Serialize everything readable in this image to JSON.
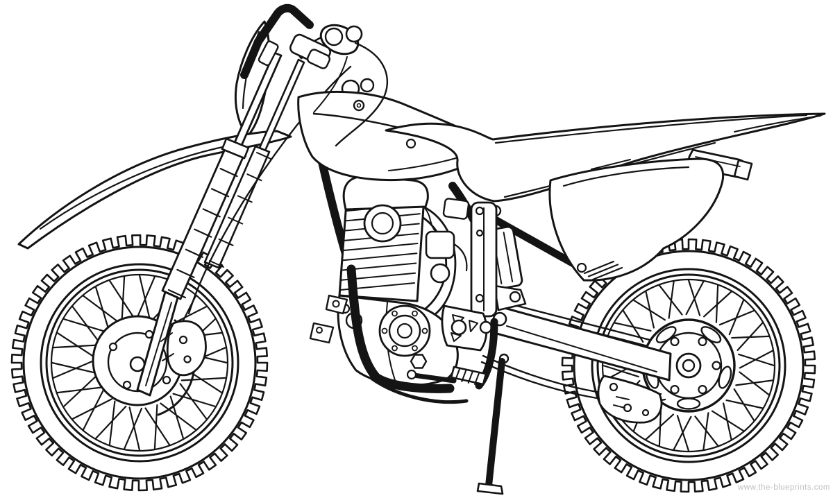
{
  "watermark": {
    "text": "www.the-blueprints.com",
    "color": "#bfbfbf"
  },
  "illustration": {
    "subject": "Off-road motocross dirt bike, right-side profile",
    "style": "black-and-white outline line art (coloring page / blueprint)",
    "background_color": "#ffffff",
    "line_color": "#141414",
    "parts": [
      "front wheel with knobby tire and spokes",
      "rear wheel with knobby tire and spokes",
      "rear chain sprocket",
      "telescopic front fork with rubber gaiters",
      "front fender beak",
      "front number plate",
      "handlebar with grip and brake lever",
      "fuel tank with radiator shroud",
      "long seat with rear tail fender",
      "side number plate panel with louvers",
      "exhaust muffler tip",
      "single-cylinder engine with cooling fins",
      "clutch cover",
      "carburetor",
      "frame downtube and cradle",
      "swingarm and drive chain",
      "rear shock absorber",
      "rear brake hub plate",
      "footpeg and brake pedal",
      "kickstand"
    ]
  }
}
